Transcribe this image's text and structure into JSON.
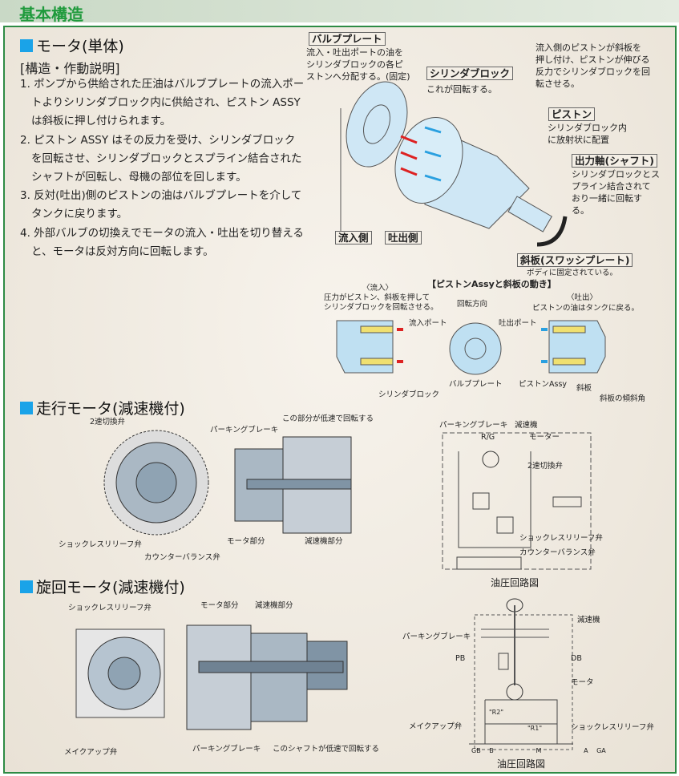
{
  "header": {
    "title": "基本構造"
  },
  "motor": {
    "title": "モータ(単体)",
    "subtitle": "[構造・作動説明]",
    "items": [
      "1. ポンプから供給された圧油はバルブプレートの流入ポートよりシリンダブロック内に供給され、ピストン ASSY は斜板に押し付けられます。",
      "2. ピストン ASSY はその反力を受け、シリンダブロックを回転させ、シリンダブロックとスプライン結合されたシャフトが回転し、母機の部位を回します。",
      "3. 反対(吐出)側のピストンの油はバルブプレートを介してタンクに戻ります。",
      "4. 外部バルブの切換えでモータの流入・吐出を切り替えると、モータは反対方向に回転します。"
    ],
    "diagram": {
      "valve_plate": "バルブプレート",
      "valve_plate_desc": [
        "流入・吐出ポートの油を",
        "シリンダブロックの各ピ",
        "ストンへ分配する。(固定)"
      ],
      "cylinder_block": "シリンダブロック",
      "cylinder_block_desc": "これが回転する。",
      "reaction_desc": [
        "流入側のピストンが斜板を",
        "押し付け、ピストンが伸びる",
        "反力でシリンダブロックを回",
        "転させる。"
      ],
      "piston": "ピストン",
      "piston_desc": [
        "シリンダブロック内",
        "に放射状に配置"
      ],
      "shaft": "出力軸(シャフト)",
      "shaft_desc": [
        "シリンダブロックとス",
        "プライン結合されて",
        "おり一緒に回転す",
        "る。"
      ],
      "inlet_side": "流入側",
      "outlet_side": "吐出側",
      "swash": "斜板(スワッシプレート)",
      "swash_desc": "ボディに固定されている。"
    },
    "movement": {
      "title": "【ピストンAssyと斜板の動き】",
      "inflow": "〈流入〉",
      "inflow_desc": [
        "圧力がピストン、斜板を押して",
        "シリンダブロックを回転させる。"
      ],
      "outflow": "〈吐出〉",
      "outflow_desc": "ピストンの油はタンクに戻る。",
      "rotation": "回転方向",
      "inlet_port": "流入ポート",
      "outlet_port": "吐出ポート",
      "valve_plate": "バルブプレート",
      "piston_assy": "ピストンAssy",
      "cylinder_block": "シリンダブロック",
      "swash": "斜板",
      "swash_angle": "斜板の傾斜角"
    }
  },
  "travel": {
    "title": "走行モータ(減速機付)",
    "labels": {
      "two_speed": "2速切換弁",
      "parking": "パーキングブレーキ",
      "low_speed": "この部分が低速で回転する",
      "shockless": "ショックレスリリーフ弁",
      "motor_part": "モータ部分",
      "reducer_part": "減速機部分",
      "counter": "カウンターバランス弁"
    },
    "circuit": {
      "parking": "パーキングブレーキ",
      "reducer": "減速機",
      "rg": "R/G",
      "motor": "モーター",
      "two_speed": "2速切換弁",
      "shockless": "ショックレスリリーフ弁",
      "counter": "カウンターバランス弁",
      "caption": "油圧回路図"
    }
  },
  "swing": {
    "title": "旋回モータ(減速機付)",
    "labels": {
      "shockless": "ショックレスリリーフ弁",
      "motor_part": "モータ部分",
      "reducer_part": "減速機部分",
      "makeup": "メイクアップ弁",
      "parking": "パーキングブレーキ",
      "low_speed": "このシャフトが低速で回転する"
    },
    "circuit": {
      "reducer": "減速機",
      "parking": "パーキングブレーキ",
      "pb": "PB",
      "db": "DB",
      "motor": "モータ",
      "r2": "\"R2\"",
      "r1": "\"R1\"",
      "makeup": "メイクアップ弁",
      "shockless": "ショックレスリリーフ弁",
      "ports": [
        "GB",
        "B",
        "M",
        "A",
        "GA"
      ],
      "caption": "油圧回路図"
    }
  },
  "colors": {
    "accent": "#1f9a3c",
    "bullet": "#1aa3e8",
    "part": "#bfe0f2"
  }
}
